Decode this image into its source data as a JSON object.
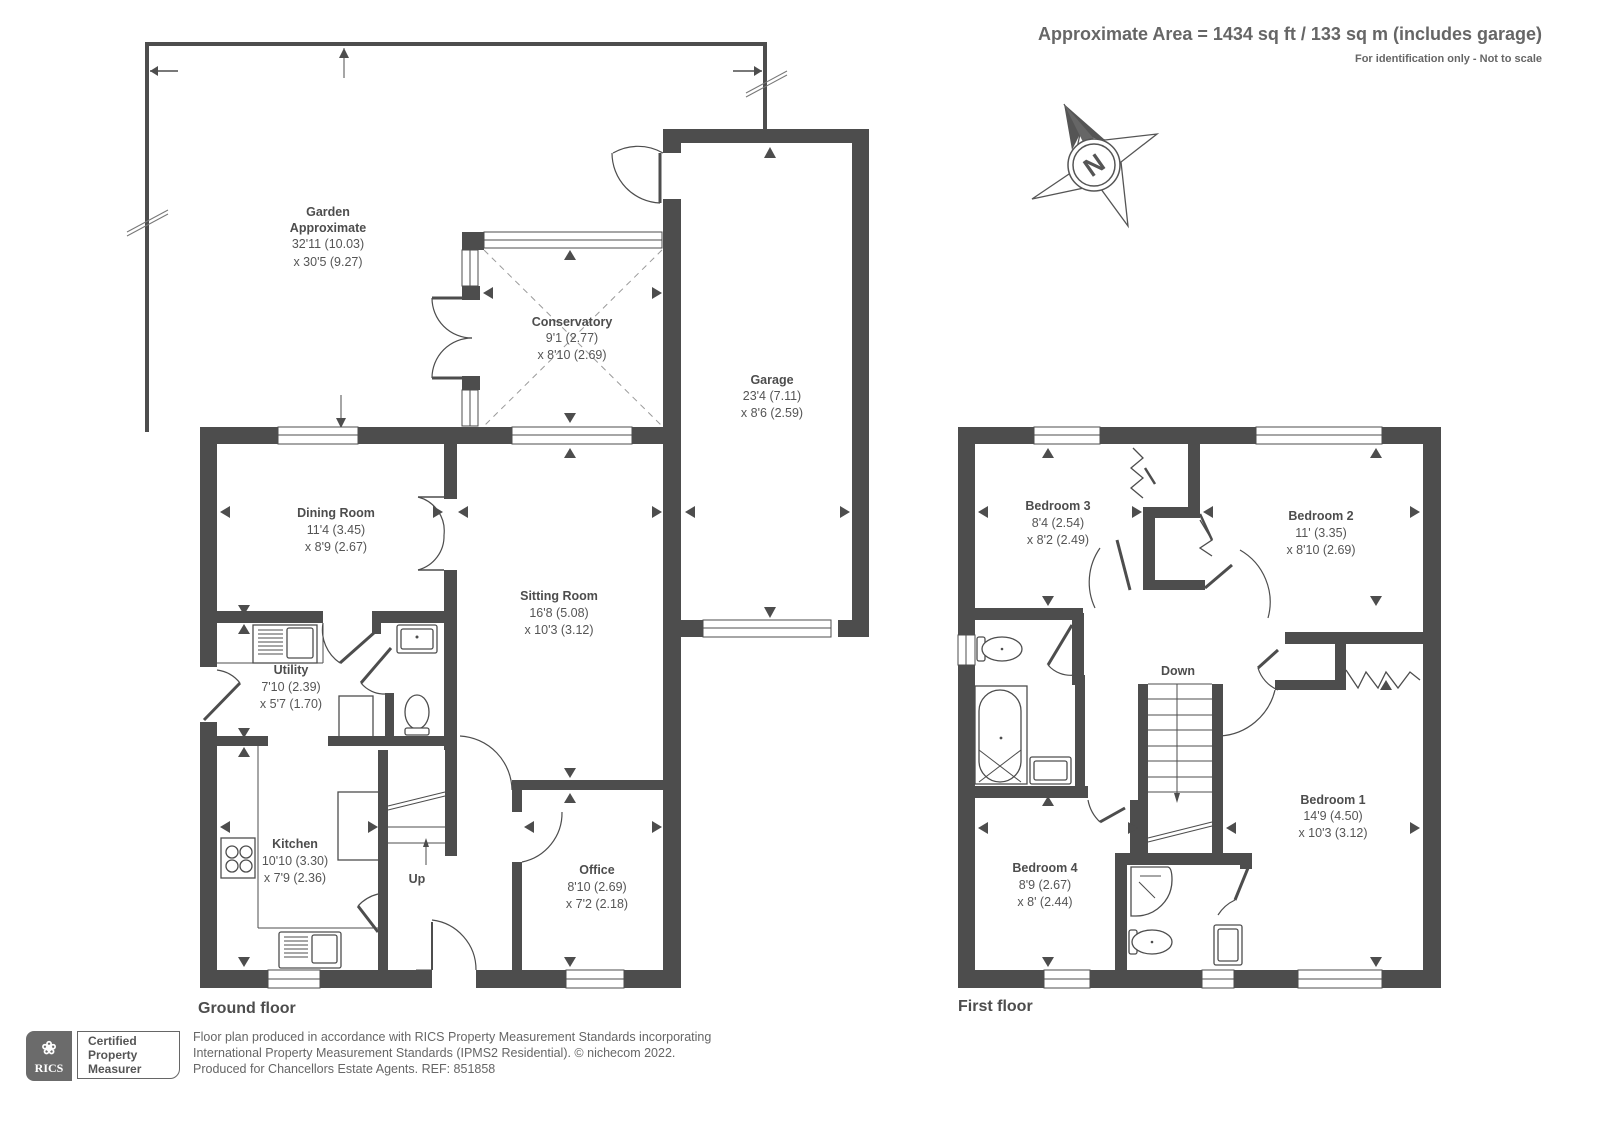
{
  "header": {
    "area_title": "Approximate Area = 1434 sq ft / 133 sq m (includes garage)",
    "disclaimer": "For identification only - Not to scale"
  },
  "compass": {
    "icon": "north-compass-icon",
    "letter": "N"
  },
  "floors": [
    {
      "label": "Ground floor",
      "rooms": [
        {
          "name": "Garden",
          "name2": "Approximate",
          "dim1": "32'11 (10.03)",
          "dim2": "x 30'5 (9.27)"
        },
        {
          "name": "Conservatory",
          "dim1": "9'1 (2.77)",
          "dim2": "x 8'10 (2.69)"
        },
        {
          "name": "Garage",
          "dim1": "23'4 (7.11)",
          "dim2": "x 8'6 (2.59)"
        },
        {
          "name": "Dining Room",
          "dim1": "11'4 (3.45)",
          "dim2": "x 8'9 (2.67)"
        },
        {
          "name": "Sitting Room",
          "dim1": "16'8 (5.08)",
          "dim2": "x 10'3 (3.12)"
        },
        {
          "name": "Utility",
          "dim1": "7'10 (2.39)",
          "dim2": "x 5'7 (1.70)"
        },
        {
          "name": "Kitchen",
          "dim1": "10'10 (3.30)",
          "dim2": "x 7'9 (2.36)"
        },
        {
          "name": "Office",
          "dim1": "8'10 (2.69)",
          "dim2": "x 7'2 (2.18)"
        }
      ],
      "stairs_label": "Up"
    },
    {
      "label": "First floor",
      "rooms": [
        {
          "name": "Bedroom 3",
          "dim1": "8'4 (2.54)",
          "dim2": "x 8'2 (2.49)"
        },
        {
          "name": "Bedroom 2",
          "dim1": "11' (3.35)",
          "dim2": "x 8'10 (2.69)"
        },
        {
          "name": "Bedroom 1",
          "dim1": "14'9 (4.50)",
          "dim2": "x 10'3 (3.12)"
        },
        {
          "name": "Bedroom 4",
          "dim1": "8'9 (2.67)",
          "dim2": "x 8' (2.44)"
        }
      ],
      "stairs_label": "Down"
    }
  ],
  "badge": {
    "logo_text": "RICS",
    "line1": "Certified",
    "line2": "Property",
    "line3": "Measurer"
  },
  "credits": {
    "line1": "Floor plan produced in accordance with RICS Property Measurement Standards incorporating",
    "line2": "International Property Measurement Standards (IPMS2 Residential).   © nichecom 2022.",
    "line3": "Produced for Chancellors Estate Agents.   REF: 851858"
  },
  "colors": {
    "wall": "#4d4d4d",
    "text": "#555555",
    "background": "#ffffff"
  }
}
